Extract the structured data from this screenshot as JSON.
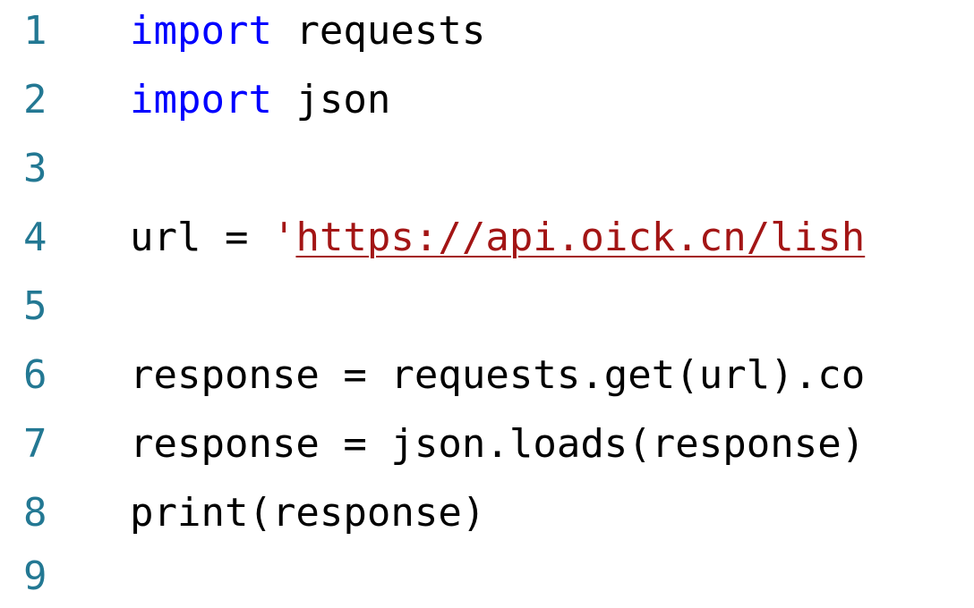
{
  "colors": {
    "line_number": "#237893",
    "keyword": "#0000ff",
    "string": "#a31515",
    "text": "#000000"
  },
  "code": {
    "lines": [
      {
        "number": "1",
        "keyword": "import",
        "rest": " requests"
      },
      {
        "number": "2",
        "keyword": "import",
        "rest": " json"
      },
      {
        "number": "3"
      },
      {
        "number": "4",
        "prefix": "url = ",
        "quote": "'",
        "url": "https://api.oick.cn/lish"
      },
      {
        "number": "5"
      },
      {
        "number": "6",
        "text": "response = requests.get(url).co"
      },
      {
        "number": "7",
        "text": "response = json.loads(response)"
      },
      {
        "number": "8",
        "text": "print(response)"
      },
      {
        "number": "9"
      }
    ]
  }
}
